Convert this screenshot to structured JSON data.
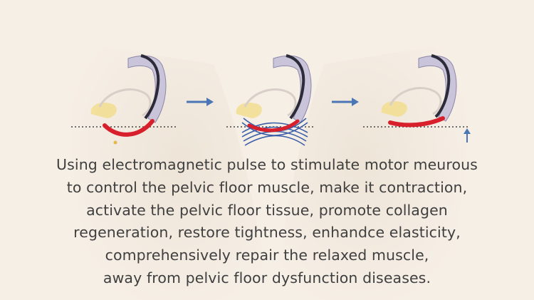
{
  "caption": {
    "lines": [
      "Using electromagnetic pulse to stimulate motor meurous",
      "to control the pelvic floor muscle, make it contraction,",
      "activate the pelvic floor tissue, promote collagen",
      "regeneration, restore tightness, enhandce elasticity,",
      "comprehensively repair the relaxed muscle,",
      "away from pelvic floor dysfunction diseases."
    ]
  },
  "diagram": {
    "steps": [
      {
        "name": "relaxed-pelvic-floor",
        "muscle_state": "sagging"
      },
      {
        "name": "electromagnetic-stimulation",
        "muscle_state": "pulsed"
      },
      {
        "name": "contracted-pelvic-floor",
        "muscle_state": "lifted"
      }
    ],
    "colors": {
      "muscle": "#d8202c",
      "arrow": "#4a76b6",
      "pulse": "#3a5ea8",
      "spine": "#c9c4da",
      "bladder": "#f1dc8a"
    }
  }
}
